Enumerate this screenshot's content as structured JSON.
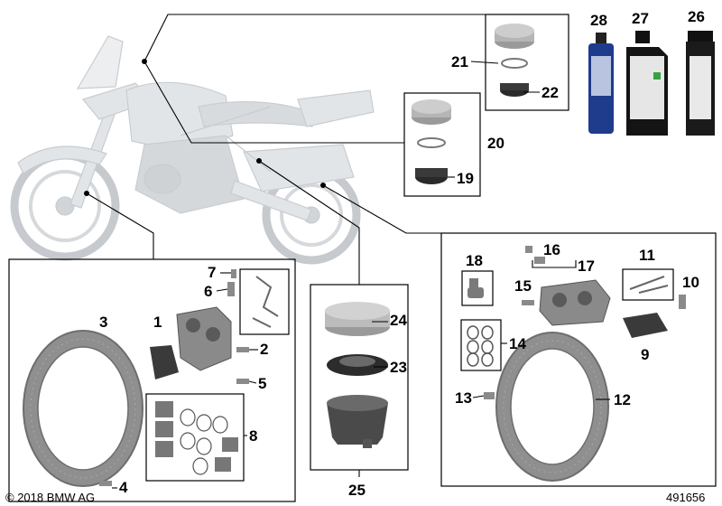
{
  "callouts": {
    "n1": "1",
    "n2": "2",
    "n3": "3",
    "n4": "4",
    "n5": "5",
    "n6": "6",
    "n7": "7",
    "n8": "8",
    "n9": "9",
    "n10": "10",
    "n11": "11",
    "n12": "12",
    "n13": "13",
    "n14": "14",
    "n15": "15",
    "n16": "16",
    "n17": "17",
    "n18": "18",
    "n19": "19",
    "n20": "20",
    "n21": "21",
    "n22": "22",
    "n23": "23",
    "n24": "24",
    "n25": "25",
    "n26": "26",
    "n27": "27",
    "n28": "28"
  },
  "footer": {
    "copyright": "© 2018 BMW AG",
    "diagram_number": "491656"
  },
  "colors": {
    "part_metal": "#8c8c8c",
    "part_dark": "#3a3a3a",
    "motorcycle_ghost": "#dcdfe3",
    "brake_fluid_blue": "#1f3b8c"
  }
}
